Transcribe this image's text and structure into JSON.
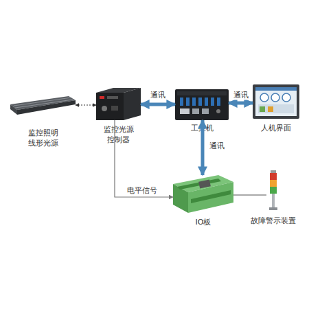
{
  "diagram": {
    "nodes": [
      {
        "text": [
          "监控照明 线形光源"
        ]
      },
      {
        "text": [
          "监控光源 控制器"
        ]
      },
      {
        "text": [
          "工控机"
        ]
      },
      {
        "text": [
          "人机界面"
        ]
      },
      {
        "text": [
          "IO板"
        ]
      },
      {
        "text": [
          "故障警示装置"
        ]
      }
    ],
    "edges": [
      {
        "from": 0,
        "to": 1,
        "arrow": "both"
      },
      {
        "from": 1,
        "to": 2,
        "label": "通讯",
        "arrow": "both"
      },
      {
        "from": 2,
        "to": 3,
        "label": "通讯",
        "arrow": "both"
      },
      {
        "from": 2,
        "to": 4,
        "label": "通讯",
        "arrow": "both"
      },
      {
        "from": 1,
        "to": 4,
        "label": "电平信号",
        "arrow": "to"
      },
      {
        "from": 4,
        "to": 5,
        "arrow": "none"
      }
    ]
  }
}
